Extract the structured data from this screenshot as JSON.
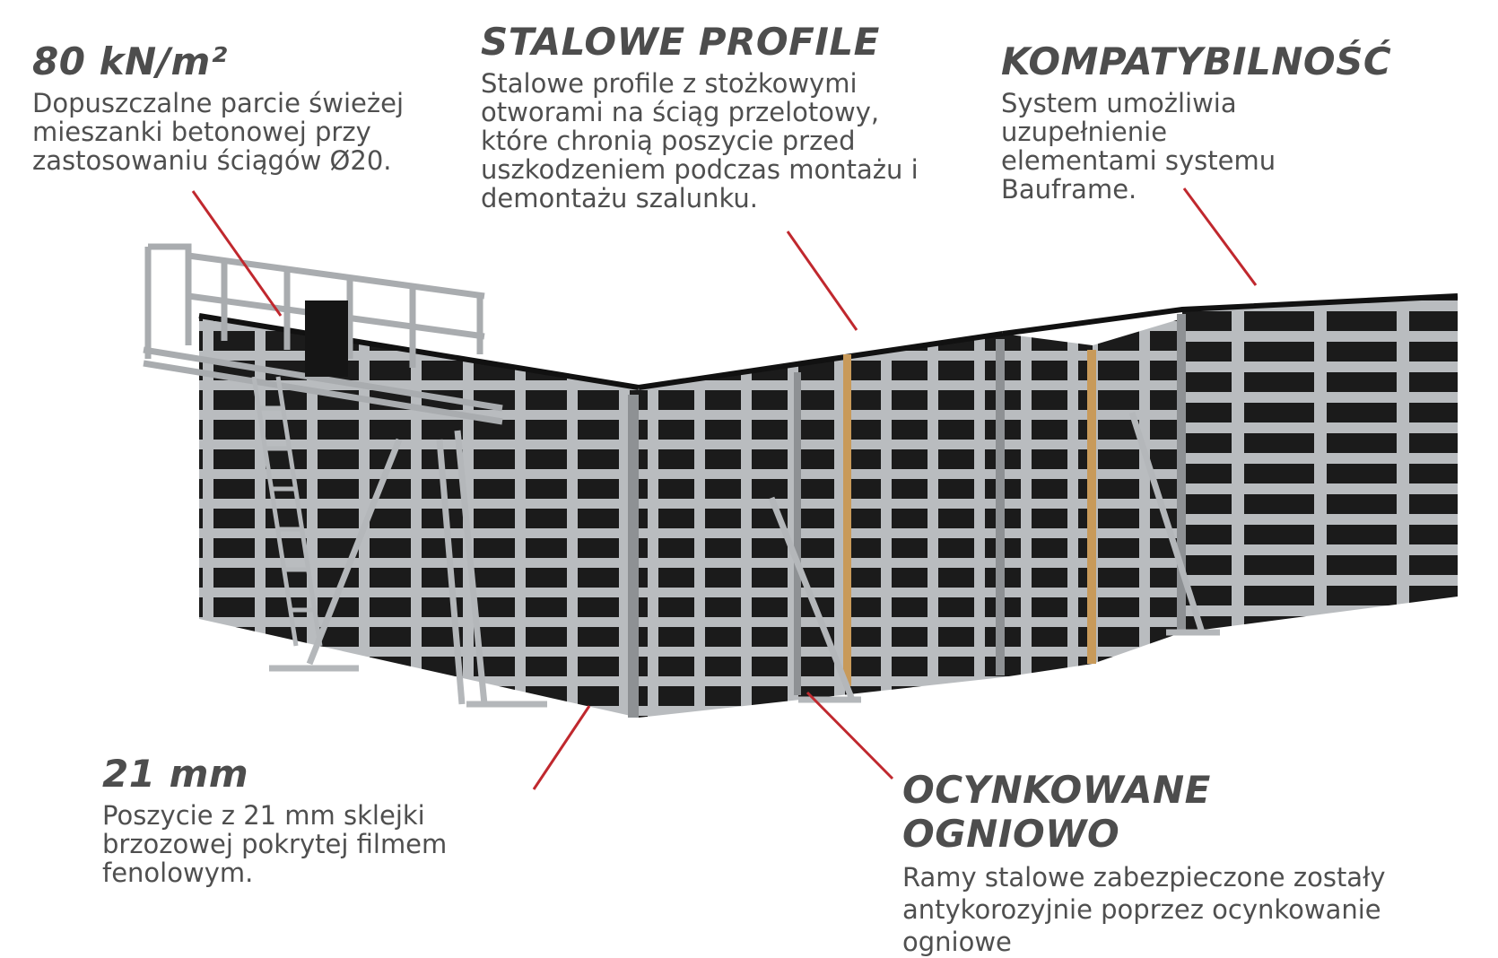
{
  "callouts": {
    "pressure": {
      "title": "80 kN/m²",
      "text": "Dopuszczalne parcie świeżej mieszanki betonowej przy zastosowaniu ściągów Ø20."
    },
    "profiles": {
      "title": "STALOWE PROFILE",
      "text": "Stalowe profile z stożkowymi otworami na ściąg przelotowy, które  chronią poszycie przed uszkodzeniem podczas montażu i demontażu szalunku."
    },
    "compat": {
      "title": "KOMPATYBILNOŚĆ",
      "text": "System umożliwia uzupełnienie elementami systemu Bauframe."
    },
    "plywood": {
      "title": "21 mm",
      "text": "Poszycie z 21 mm sklejki brzozowej pokrytej filmem fenolowym."
    },
    "galvanized": {
      "title": "OCYNKOWANE OGNIOWO",
      "text": "Ramy stalowe zabezpieczone zostały antykorozyjnie poprzez ocynkowanie ogniowe"
    }
  },
  "colors": {
    "leader": "#c0282e",
    "frame": "#b9bcbf",
    "panel": "#1b1b1b",
    "text": "#4f4f4f"
  }
}
